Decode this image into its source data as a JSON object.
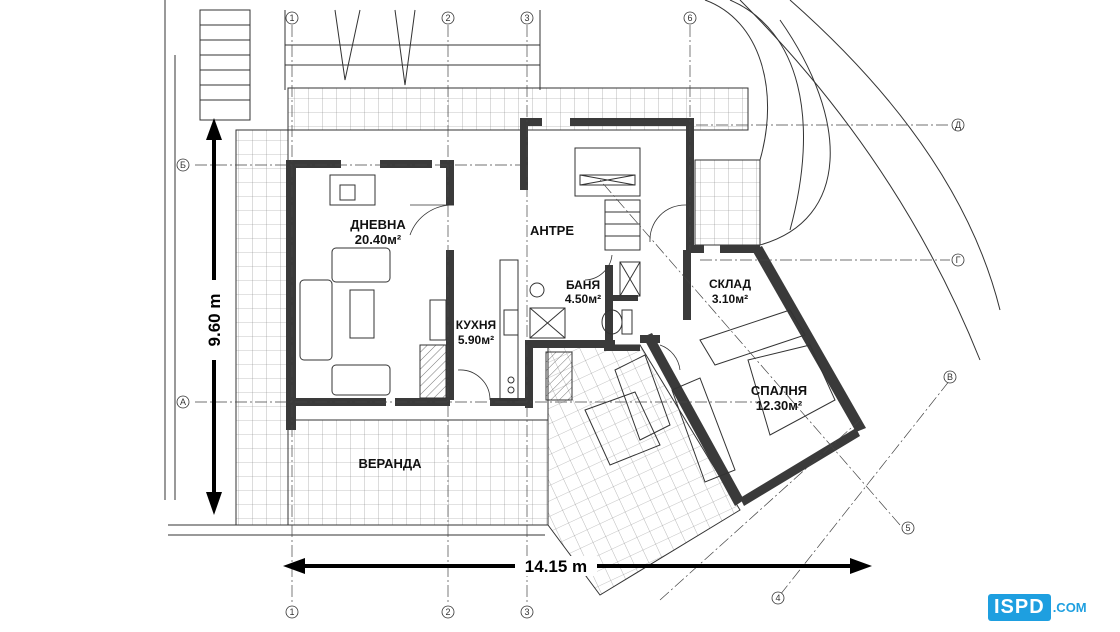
{
  "rooms": {
    "living": {
      "name": "ДНЕВНА",
      "area": "20.40м²"
    },
    "hall": {
      "name": "АНТРЕ"
    },
    "bath": {
      "name": "БАНЯ",
      "area": "4.50м²"
    },
    "kitchen": {
      "name": "КУХНЯ",
      "area": "5.90м²"
    },
    "storage": {
      "name": "СКЛАД",
      "area": "3.10м²"
    },
    "bedroom": {
      "name": "СПАЛНЯ",
      "area": "12.30м²"
    },
    "veranda": {
      "name": "ВЕРАНДА"
    }
  },
  "dimensions": {
    "height": "9.60 m",
    "width": "14.15 m"
  },
  "axes": {
    "num_1": "1",
    "num_2": "2",
    "num_3": "3",
    "num_4": "4",
    "num_5": "5",
    "num_6": "6",
    "let_A": "А",
    "let_B": "Б",
    "let_V": "В",
    "let_G": "Г",
    "let_D": "Д"
  },
  "logo": {
    "box": "ISPD",
    "domain": ".COM"
  },
  "colors": {
    "wall": "#3a3a3a",
    "line": "#222222",
    "accent": "#1e9fe0"
  }
}
